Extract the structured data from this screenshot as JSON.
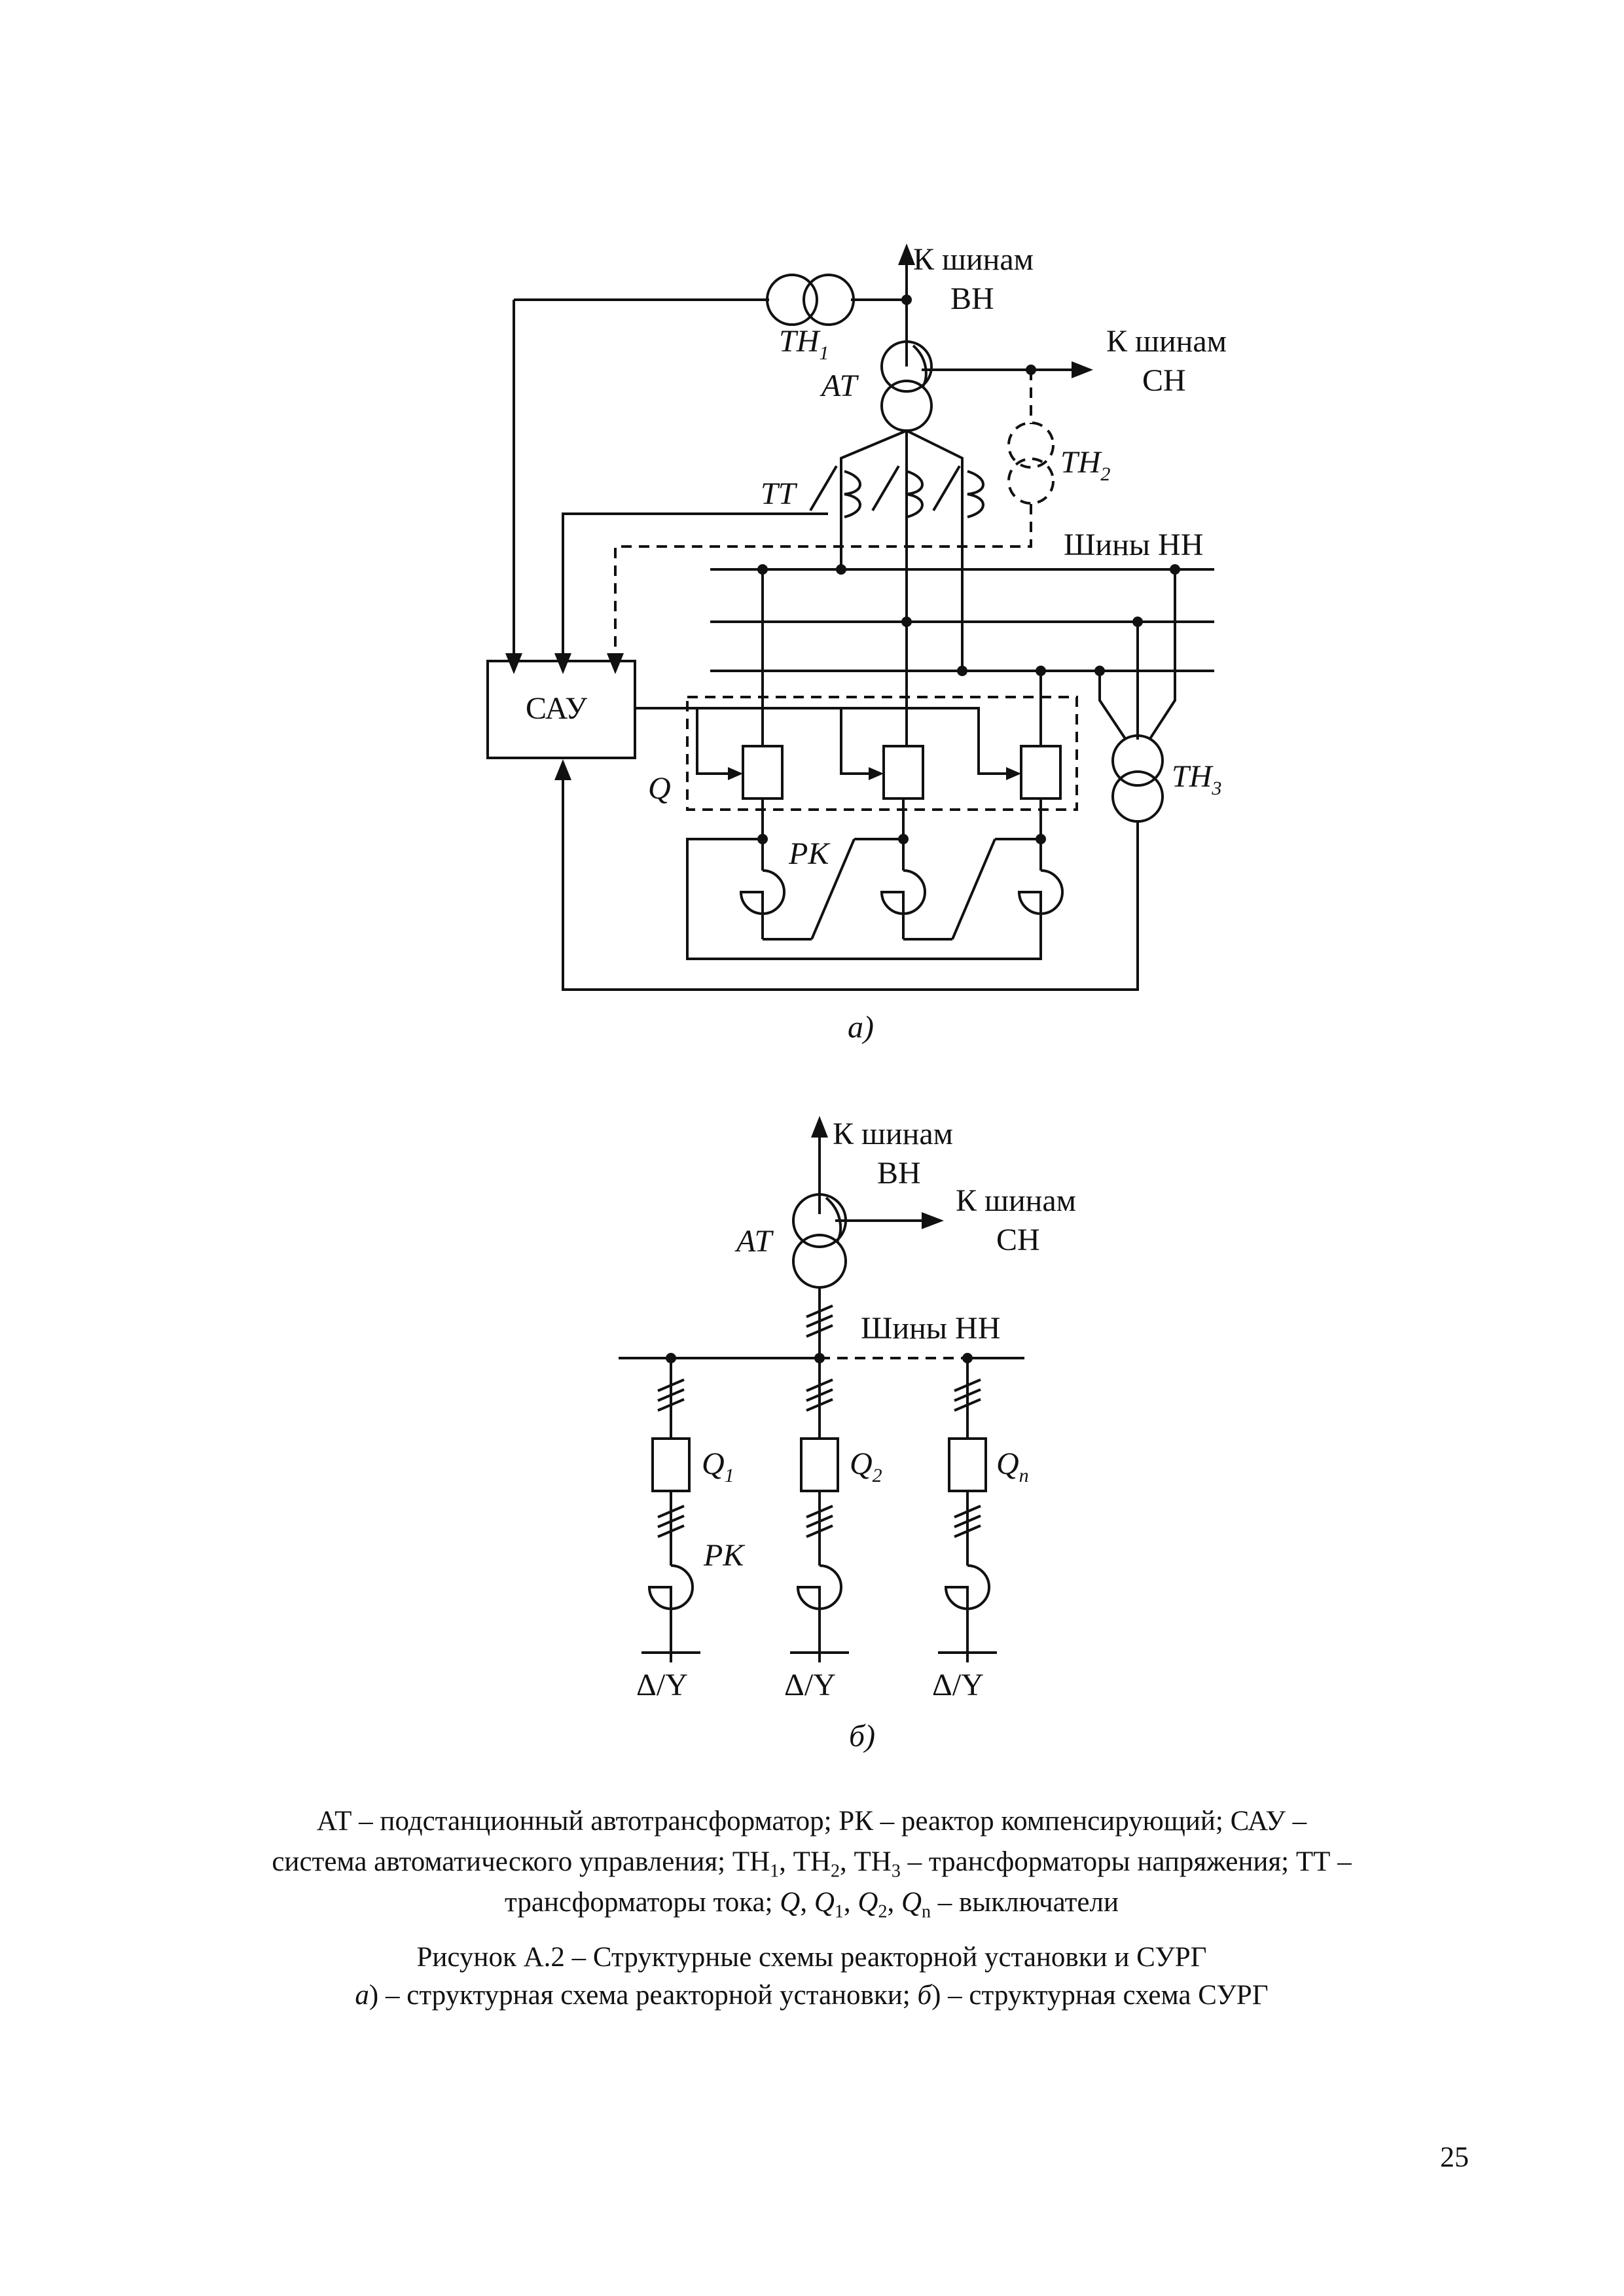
{
  "diagram_a": {
    "to_hv_l1": "К шинам",
    "to_hv_l2": "ВН",
    "to_mv_l1": "К шинам",
    "to_mv_l2": "СН",
    "tn1": "ТН",
    "tn1_sub": "1",
    "at": "АТ",
    "tn2": "ТН",
    "tn2_sub": "2",
    "tt": "ТТ",
    "lv_bus": "Шины НН",
    "sau": "САУ",
    "q": "Q",
    "rk": "РК",
    "tn3": "ТН",
    "tn3_sub": "3",
    "label": "а)"
  },
  "diagram_b": {
    "to_hv_l1": "К шинам",
    "to_hv_l2": "ВН",
    "to_mv_l1": "К шинам",
    "to_mv_l2": "СН",
    "at": "АТ",
    "lv_bus": "Шины НН",
    "q1": "Q",
    "q1_sub": "1",
    "q2": "Q",
    "q2_sub": "2",
    "qn": "Q",
    "qn_sub": "n",
    "rk": "РК",
    "delta_star": "Δ/Y",
    "label": "б)"
  },
  "legend": {
    "line1_a": "АТ – подстанционный автотрансформатор; РК – реактор компенсирующий; САУ –",
    "line2_a": "система автоматического управления; ТН",
    "line2_s1": "1",
    "line2_b": ", ТН",
    "line2_s2": "2",
    "line2_c": ", ТН",
    "line2_s3": "3",
    "line2_d": " – трансформаторы напряжения; ТТ –",
    "line3_a": "трансформаторы тока; ",
    "line3_q": "Q",
    "line3_b": ", ",
    "line3_q1": "Q",
    "line3_s1": "1",
    "line3_c": ", ",
    "line3_q2": "Q",
    "line3_s2": "2",
    "line3_d": ", ",
    "line3_qn": "Q",
    "line3_sn": "n",
    "line3_e": " – выключатели"
  },
  "caption": {
    "title": "Рисунок А.2 – Структурные схемы реакторной установки и СУРГ",
    "sub_a": "а",
    "sub_a_text": ") – структурная схема реакторной установки; ",
    "sub_b": "б",
    "sub_b_text": ") – структурная схема СУРГ"
  },
  "page_number": "25"
}
